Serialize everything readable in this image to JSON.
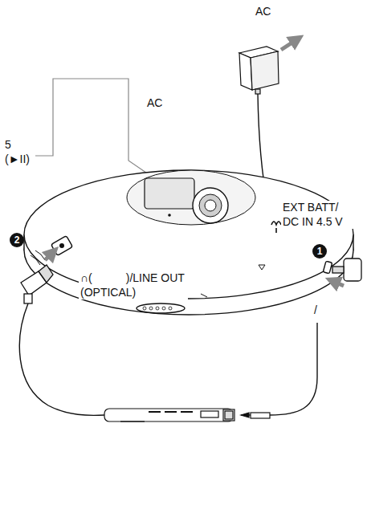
{
  "diagram": {
    "labels": [
      "AC",
      "AC",
      "5 (►II)",
      "EXT BATT/ DC IN 4.5 V",
      "1",
      "2",
      "∩(　　　)/LINE OUT (OPTICAL)",
      "/"
    ]
  }
}
